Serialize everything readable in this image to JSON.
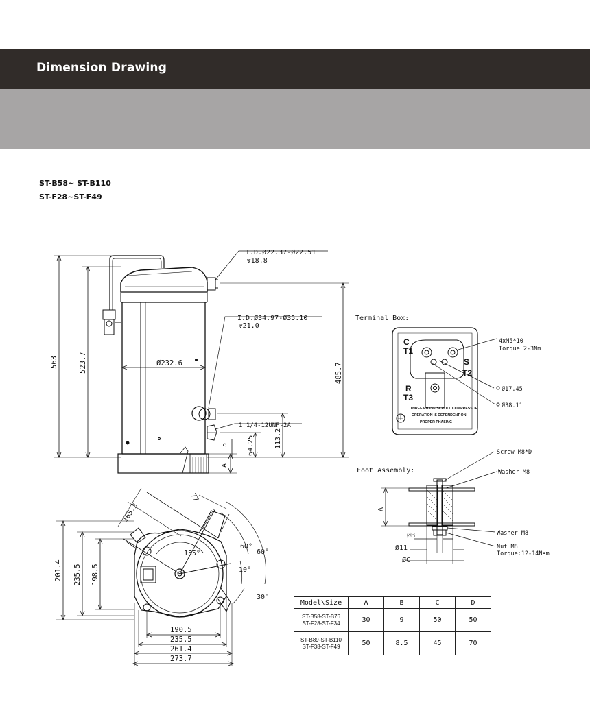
{
  "header": {
    "title": "Dimension Drawing"
  },
  "models": {
    "line1": "ST-B58~ ST-B110",
    "line2": "ST-F28~ST-F49"
  },
  "side_view": {
    "suction_id": "I.D.Ø22.37-Ø22.51",
    "suction_depth": "⩔18.8",
    "discharge_id": "I.D.Ø34.97-Ø35.10",
    "discharge_depth": "⩔21.0",
    "thread": "1 1/4-12UNF-2A",
    "dim_563": "563",
    "dim_523": "523.7",
    "dim_485": "485.7",
    "dim_232": "Ø232.6",
    "dim_113": "113.2",
    "dim_64": "64.25",
    "dim_5": "5",
    "dim_a": "A"
  },
  "top_view": {
    "dim_1653": "165.3",
    "dim_77": "77",
    "angle_155": "155°",
    "angle_60a": "60°",
    "angle_60b": "60°",
    "angle_10": "10°",
    "angle_30": "30°",
    "dim_2014": "201.4",
    "dim_2355v": "235.5",
    "dim_1985": "198.5",
    "dim_1905": "190.5",
    "dim_2355h": "235.5",
    "dim_2614": "261.4",
    "dim_2737": "273.7"
  },
  "terminal_box": {
    "title": "Terminal Box:",
    "screws": "4xM5*10",
    "torque": "Torque 2-3Nm",
    "dia1": "Ø17.45",
    "dia2": "Ø38.11",
    "label_c": "C",
    "label_t1": "T1",
    "label_s": "S",
    "label_t2": "T2",
    "label_r": "R",
    "label_t3": "T3",
    "note1": "THREE PHASE SCROLL COMPRESSOR",
    "note2": "OPERATION IS DEPENDENT ON",
    "note3": "PROPER PHASING"
  },
  "foot_assembly": {
    "title": "Foot Assembly:",
    "screw": "Screw M8*D",
    "washer1": "Washer M8",
    "washer2": "Washer M8",
    "nut": "Nut M8",
    "nut_torque": "Torque:12-14N•m",
    "dim_a": "A",
    "dim_b": "ØB",
    "dim_11": "Ø11",
    "dim_c": "ØC"
  },
  "table": {
    "headers": [
      "Model\\Size",
      "A",
      "B",
      "C",
      "D"
    ],
    "rows": [
      {
        "model1": "ST-B58-ST-B76",
        "model2": "ST-F28-ST-F34",
        "a": "30",
        "b": "9",
        "c": "50",
        "d": "50"
      },
      {
        "model1": "ST-B89-ST-B110",
        "model2": "ST-F38-ST-F49",
        "a": "50",
        "b": "8.5",
        "c": "45",
        "d": "70"
      }
    ]
  }
}
